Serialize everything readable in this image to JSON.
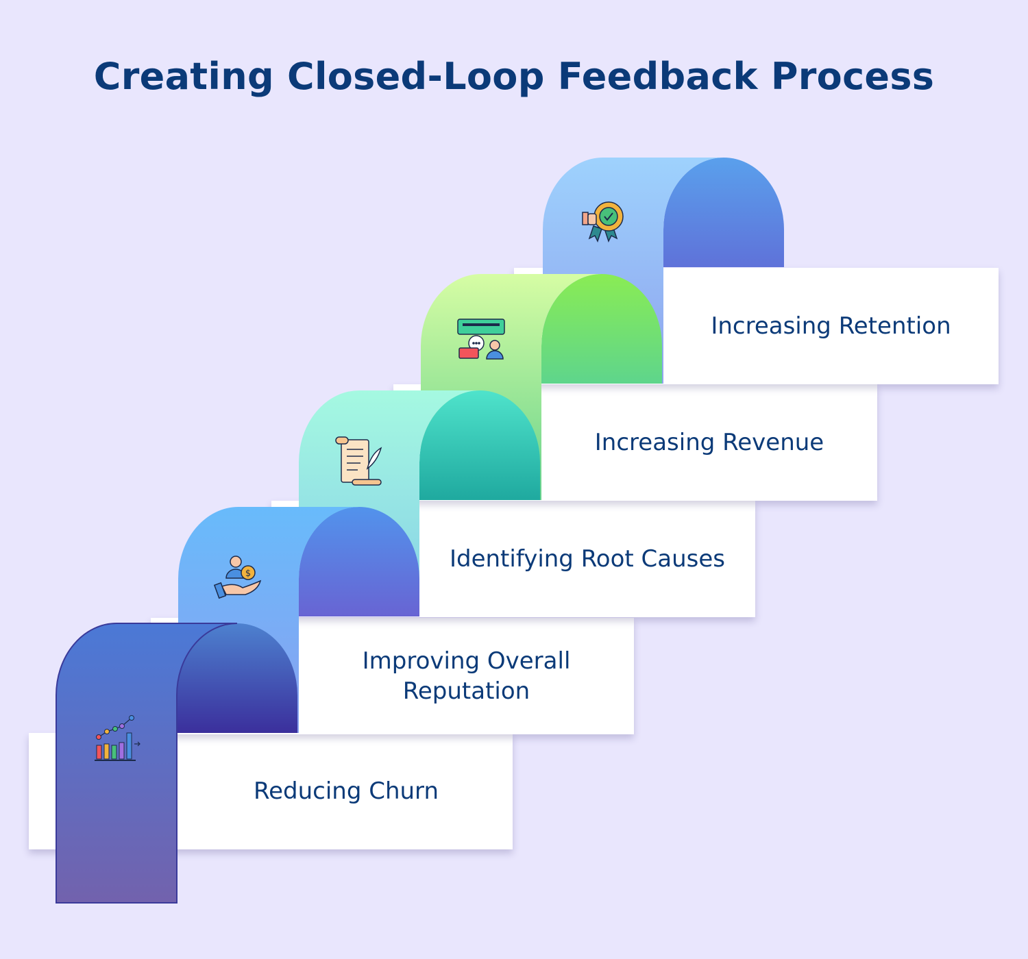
{
  "title": "Creating Closed-Loop Feedback Process",
  "steps": [
    {
      "label": "Reducing Churn",
      "icon": "bar-chart-icon",
      "colors": [
        "#4b79d6",
        "#7262ad",
        "#4d81cf",
        "#3b2f9c"
      ]
    },
    {
      "label": "Improving Overall Reputation",
      "icon": "hand-money-icon",
      "colors": [
        "#68bbfb",
        "#8aa0f0",
        "#5293ec",
        "#6864d3"
      ]
    },
    {
      "label": "Identifying Root Causes",
      "icon": "scroll-quill-icon",
      "colors": [
        "#a5f9e1",
        "#86cfe7",
        "#4fe3cb",
        "#1fa99f"
      ]
    },
    {
      "label": "Increasing Revenue",
      "icon": "comment-chat-icon",
      "colors": [
        "#d6fda4",
        "#66d28c",
        "#8aec54",
        "#5ed58c"
      ]
    },
    {
      "label": "Increasing Retention",
      "icon": "award-badge-icon",
      "colors": [
        "#9ed2fd",
        "#8ea3ee",
        "#5aa0ec",
        "#5f72d9"
      ]
    }
  ]
}
